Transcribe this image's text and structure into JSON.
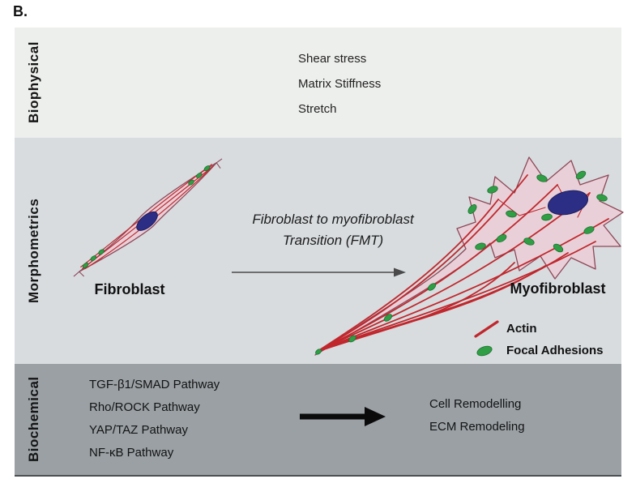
{
  "panel_label": "B.",
  "colors": {
    "actin_red": "#c0272d",
    "adhesion_green": "#2f9e44",
    "nucleus_blue": "#2c2e85",
    "cell_pink": "#e9d0d8",
    "band1_bg": "#edefec",
    "band2_bg": "#d8dcdf",
    "band3_bg": "#9aa0a4"
  },
  "bands": {
    "biophysical": {
      "label": "Biophysical",
      "items": [
        "Shear stress",
        "Matrix Stiffness",
        "Stretch"
      ]
    },
    "morphometrics": {
      "label": "Morphometrics",
      "fibroblast_label": "Fibroblast",
      "myofibroblast_label": "Myofibroblast",
      "transition_line1": "Fibroblast to myofibroblast",
      "transition_line2": "Transition (FMT)",
      "legend": {
        "actin_label": "Actin",
        "focal_adhesions_label": "Focal Adhesions",
        "actin_icon": "red-diagonal-line",
        "focal_adhesion_icon": "green-oval"
      }
    },
    "biochemical": {
      "label": "Biochemical",
      "pathways": [
        "TGF-β1/SMAD Pathway",
        "Rho/ROCK Pathway",
        "YAP/TAZ Pathway",
        "NF-κB Pathway"
      ],
      "outcomes": [
        "Cell Remodelling",
        "ECM Remodeling"
      ]
    }
  }
}
